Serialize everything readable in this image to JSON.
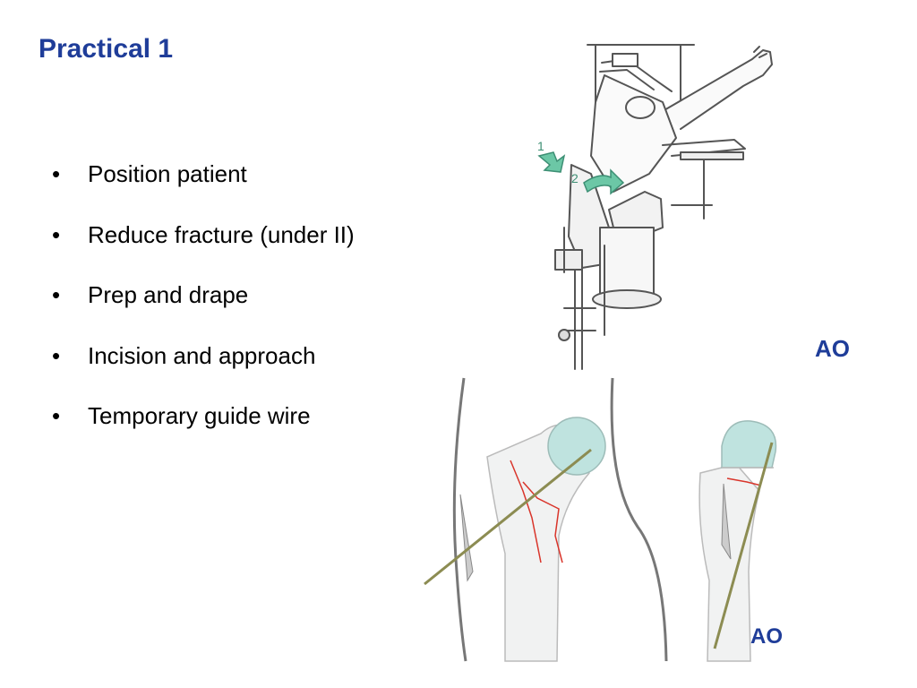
{
  "slide": {
    "title": "Practical 1",
    "bullet_glyph": "•",
    "bullets": [
      "Position patient",
      "Reduce fracture (under II)",
      "Prep and drape",
      "Incision and approach",
      "Temporary guide wire"
    ]
  },
  "figure_positioning": {
    "step_labels": [
      "1",
      "2"
    ],
    "logo_text": "AO",
    "accent_color": "#6cc7a6"
  },
  "figure_guidewire": {
    "logo_text": "AO",
    "fracture_color": "#d9352b",
    "head_color": "#bfe3df"
  }
}
